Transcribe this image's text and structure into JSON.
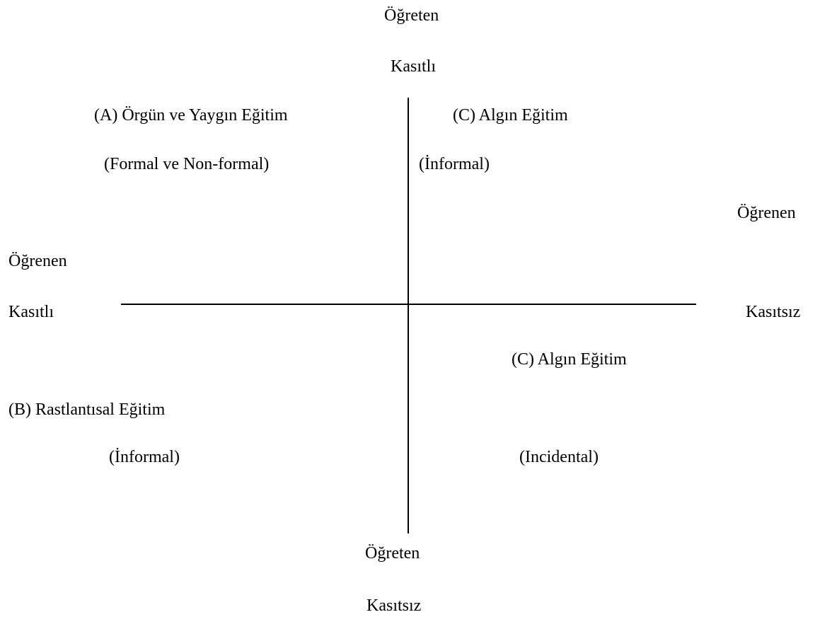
{
  "axes": {
    "top": {
      "role": "Öğreten",
      "intent": "Kasıtlı"
    },
    "bottom": {
      "role": "Öğreten",
      "intent": "Kasıtsız"
    },
    "left": {
      "role": "Öğrenen",
      "intent": "Kasıtlı"
    },
    "right": {
      "role": "Öğrenen",
      "intent": "Kasıtsız"
    }
  },
  "quadrants": {
    "top_left": {
      "title": "(A) Örgün ve Yaygın Eğitim",
      "subtitle": "(Formal ve Non-formal)"
    },
    "top_right": {
      "title": "(C) Algın Eğitim",
      "subtitle": "(İnformal)"
    },
    "bottom_left": {
      "title": "(B) Rastlantısal Eğitim",
      "subtitle": "(İnformal)"
    },
    "bottom_right": {
      "title": "(C) Algın Eğitim",
      "subtitle": "(Incidental)"
    }
  },
  "colors": {
    "line": "#000000",
    "text": "#000000",
    "background": "#ffffff"
  }
}
